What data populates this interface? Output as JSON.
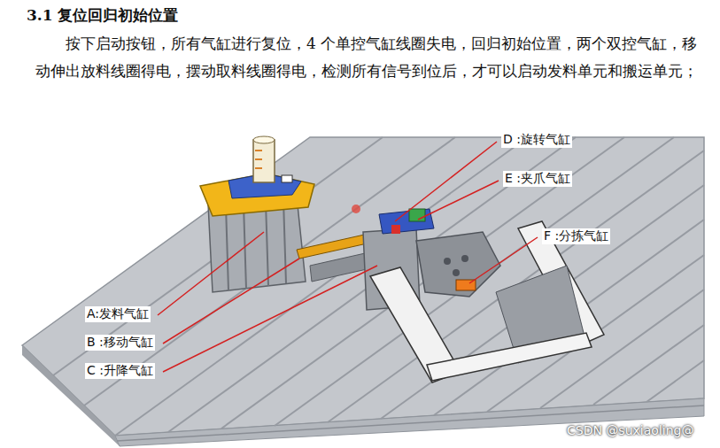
{
  "diagram": {
    "title": "3.1 复位回归初始位置",
    "labels": [
      "按下启动按钮，所有气缸进行复位，4 个单控气缸线圈失电，回归初始位置，两个双控气缸，移动伸出放料线圈得电，摆动取料线圈得电，检测所有信号到位后，才可以启动发料单元和搬运单元；",
      "D :旋转气缸",
      "E :夹爪气缸",
      "F :分拣气缸",
      "A:发料气缸",
      "B :移动气缸",
      "C :升降气缸",
      "CSDN @suxiaoling@"
    ]
  }
}
